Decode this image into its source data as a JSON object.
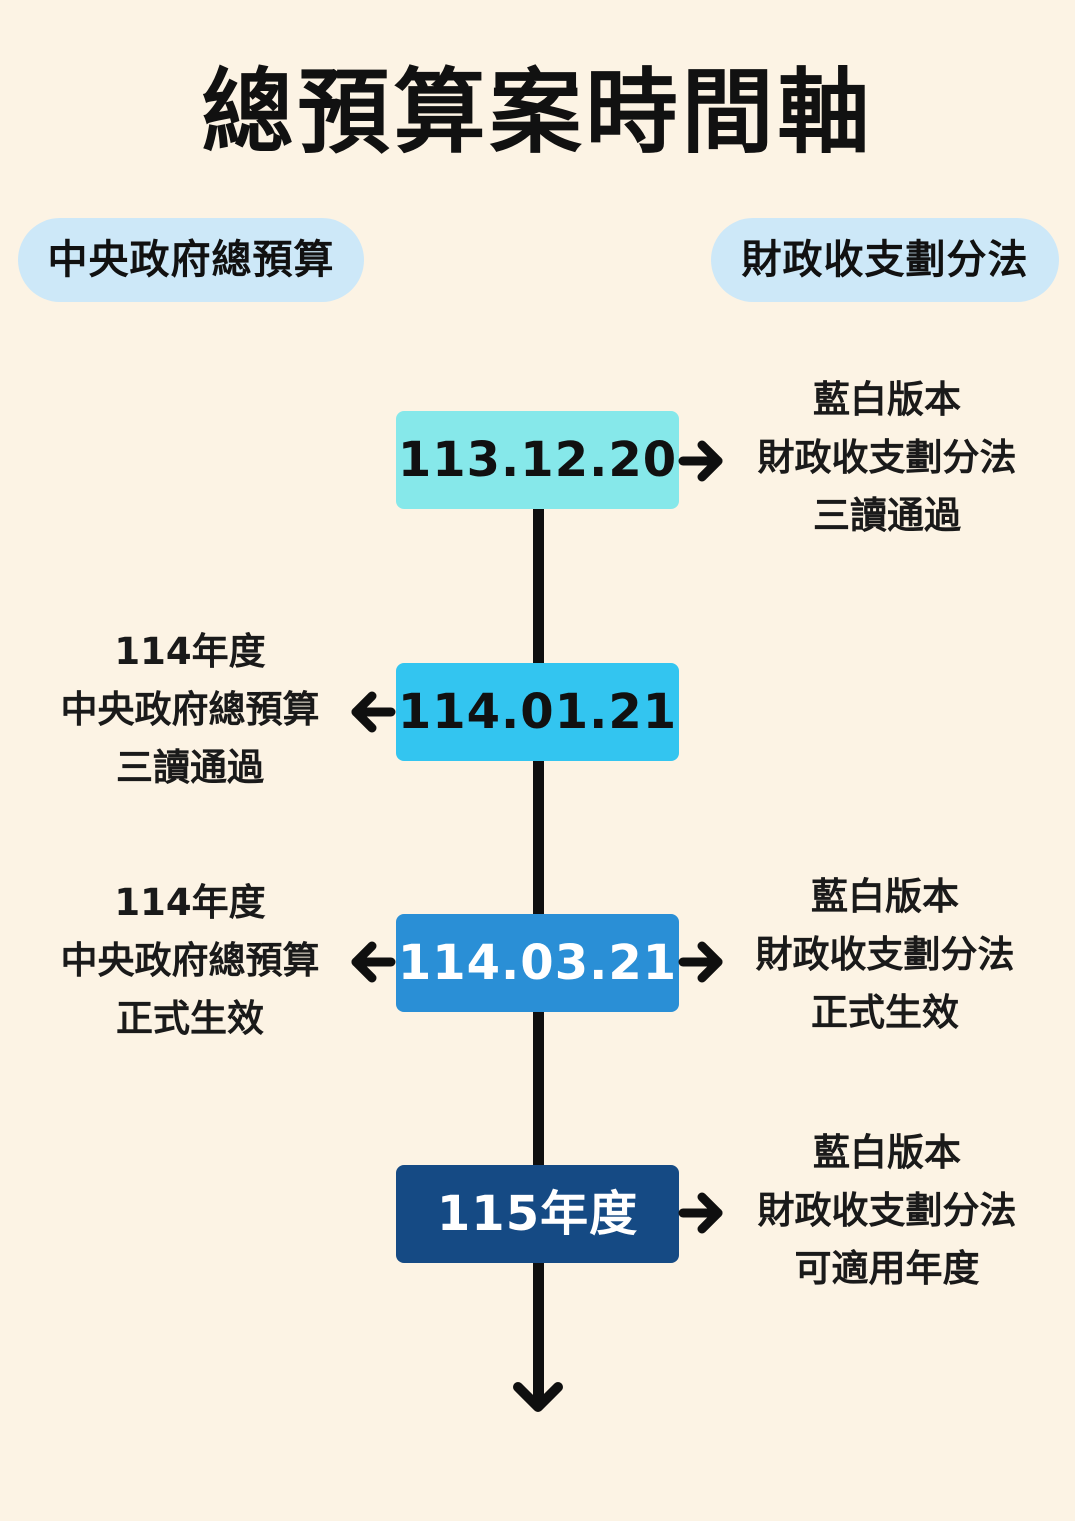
{
  "title": "總預算案時間軸",
  "headers": {
    "left": "中央政府總預算",
    "right": "財政收支劃分法"
  },
  "colors": {
    "background": "#fcf3e4",
    "pill": "#cde8f8",
    "node1": "#86e8ea",
    "node2": "#33c5f0",
    "node3": "#2a8fd6",
    "node4": "#154a84",
    "line": "#0f0f0f"
  },
  "events": [
    {
      "date": "113.12.20",
      "left": null,
      "right": [
        "藍白版本",
        "財政收支劃分法",
        "三讀通過"
      ]
    },
    {
      "date": "114.01.21",
      "left": [
        "114年度",
        "中央政府總預算",
        "三讀通過"
      ],
      "right": null
    },
    {
      "date": "114.03.21",
      "left": [
        "114年度",
        "中央政府總預算",
        "正式生效"
      ],
      "right": [
        "藍白版本",
        "財政收支劃分法",
        "正式生效"
      ]
    },
    {
      "date": "115年度",
      "left": null,
      "right": [
        "藍白版本",
        "財政收支劃分法",
        "可適用年度"
      ]
    }
  ]
}
